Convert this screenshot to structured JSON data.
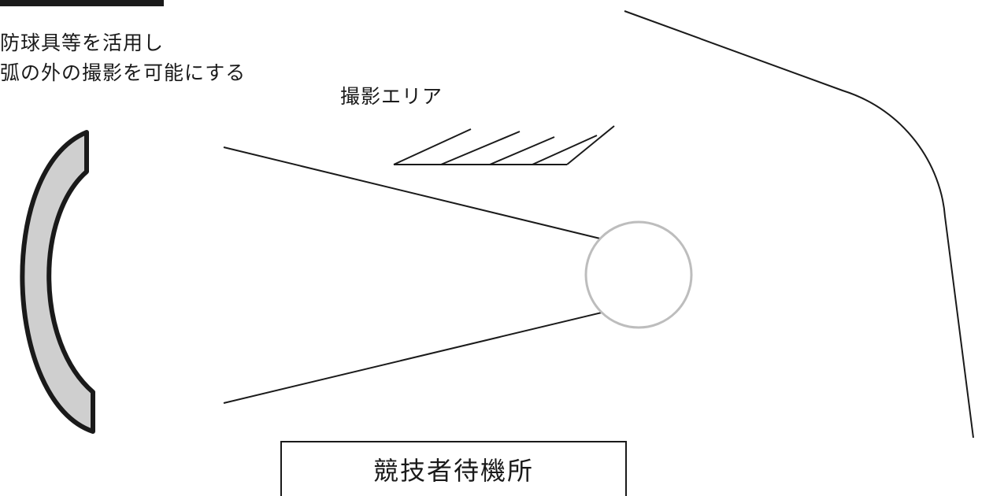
{
  "annotations": {
    "note_lines": [
      "防球具等を活用し",
      "弧の外の撮影を可能にする"
    ],
    "shooting_area_label": "撮影エリア",
    "waiting_area_label": "競技者待機所"
  },
  "colors": {
    "line": "#1a1a1a",
    "net_fill": "#cfcfcf",
    "net_stroke": "#1a1a1a",
    "circle_stroke": "#bdbdbd",
    "background": "#ffffff"
  }
}
